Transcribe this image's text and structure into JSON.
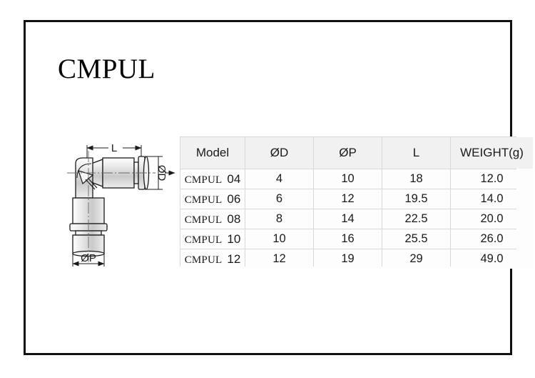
{
  "sheet": {
    "title": "CMPUL"
  },
  "drawing": {
    "name": "elbow-union-fitting-drawing",
    "dimension_labels": {
      "length": "L",
      "tube_diameter": "ØD",
      "port_diameter": "ØP"
    }
  },
  "table": {
    "headers": [
      "Model",
      "ØD",
      "ØP",
      "L",
      "WEIGHT(g)"
    ],
    "rows": [
      {
        "model_prefix": "CMPUL",
        "model_size": "04",
        "d": "4",
        "p": "10",
        "l": "18",
        "weight": "12.0"
      },
      {
        "model_prefix": "CMPUL",
        "model_size": "06",
        "d": "6",
        "p": "12",
        "l": "19.5",
        "weight": "14.0"
      },
      {
        "model_prefix": "CMPUL",
        "model_size": "08",
        "d": "8",
        "p": "14",
        "l": "22.5",
        "weight": "20.0"
      },
      {
        "model_prefix": "CMPUL",
        "model_size": "10",
        "d": "10",
        "p": "16",
        "l": "25.5",
        "weight": "26.0"
      },
      {
        "model_prefix": "CMPUL",
        "model_size": "12",
        "d": "12",
        "p": "19",
        "l": "29",
        "weight": "49.0"
      }
    ]
  },
  "colors": {
    "frame": "#111111",
    "text": "#1a1a1a",
    "grid": "#d8d8d8",
    "header_fill": "#f1f1f1",
    "cell_fill": "#fdfdfd",
    "drawing_line": "#1a1a1a",
    "drawing_fill": "#d9d9d9"
  }
}
